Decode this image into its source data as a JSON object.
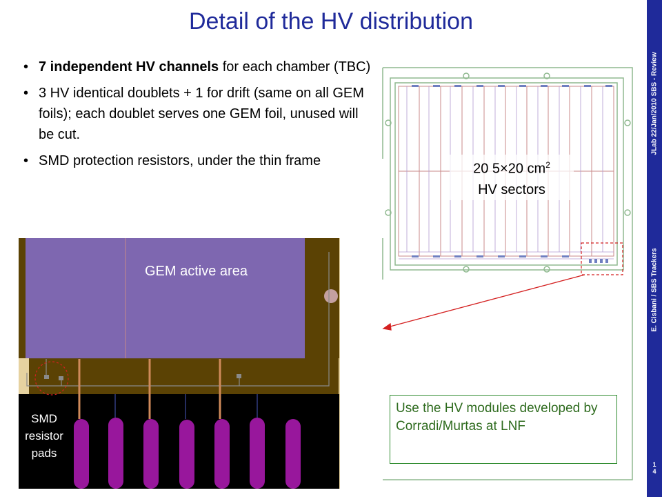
{
  "slide": {
    "title": "Detail of the HV distribution",
    "footer_left": "E. Cisbani / SBS Trackers",
    "footer_right": "JLab 22/Jan/2010 SBS - Review",
    "page_number_1": "1",
    "page_number_2": "4"
  },
  "bullets": [
    {
      "bold": "7 independent HV channels",
      "text": " for each chamber (TBC)"
    },
    {
      "bold": "",
      "text": "3 HV identical doublets + 1 for drift (same on all GEM foils); each doublet serves one GEM foil, unused will be cut."
    },
    {
      "bold": "",
      "text": "SMD protection resistors, under the thin frame"
    }
  ],
  "figure_labels": {
    "gem_active_area": "GEM active area",
    "smd_line1": "SMD",
    "smd_line2": "resistor",
    "smd_line3": "pads",
    "sectors_line1_prefix": "20 5×20 cm",
    "sectors_sup": "2",
    "sectors_line2": "HV sectors"
  },
  "note": {
    "text": "Use the HV modules developed by Corradi/Murtas at LNF"
  },
  "colors": {
    "title": "#1f2a9a",
    "sidebar": "#1f2a9a",
    "gem_area": "#7e67b0",
    "frame": "#5b4204",
    "pads": "#98179c",
    "note_border": "#2e8b2e",
    "note_text": "#2e6b1e",
    "drawing_lines": "#8fb98f",
    "sector_lines": "#c98a8a",
    "highlight": "#d42020"
  }
}
